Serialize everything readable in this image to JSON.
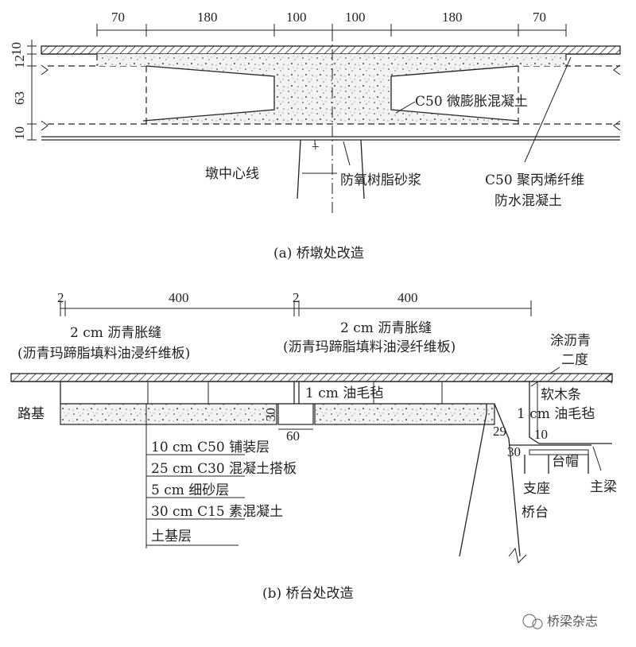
{
  "figure_a": {
    "top_dims": [
      "70",
      "180",
      "100",
      "100",
      "180",
      "70"
    ],
    "side_dims": [
      "10",
      "12",
      "63",
      "10"
    ],
    "labels": {
      "micro_expansion": "C50 微膨胀混凝土",
      "pier_centerline": "墩中心线",
      "epoxy_mortar": "防氧树脂砂浆",
      "pp_fiber_1": "C50 聚丙烯纤维",
      "pp_fiber_2": "防水混凝土"
    },
    "caption": "(a) 桥墩处改造"
  },
  "figure_b": {
    "top_dims": [
      "2",
      "400",
      "2",
      "400"
    ],
    "labels": {
      "joint_1a": "2 cm 沥青胀缝",
      "joint_1b": "(沥青玛蹄脂填料油浸纤维板)",
      "joint_2a": "2 cm 沥青胀缝",
      "joint_2b": "(沥青玛蹄脂填料油浸纤维板)",
      "asphalt_coat_1": "涂沥青",
      "asphalt_coat_2": "二度",
      "felt_1cm": "1 cm 油毛毡",
      "soft_wood": "软木条",
      "felt_1cm_2": "1 cm 油毛毡",
      "subgrade": "路基",
      "dim_30": "30",
      "dim_60": "60",
      "dim_29": "29",
      "dim_10": "10",
      "dim_30b": "30",
      "abutment_cap": "台帽",
      "main_girder": "主梁",
      "bearing": "支座",
      "abutment": "桥台"
    },
    "layers": [
      "10 cm C50 铺装层",
      "25 cm C30 混凝土搭板",
      "5 cm 细砂层",
      "30 cm C15 素混凝土",
      "土基层"
    ],
    "caption": "(b) 桥台处改造"
  },
  "watermark": "桥梁杂志"
}
